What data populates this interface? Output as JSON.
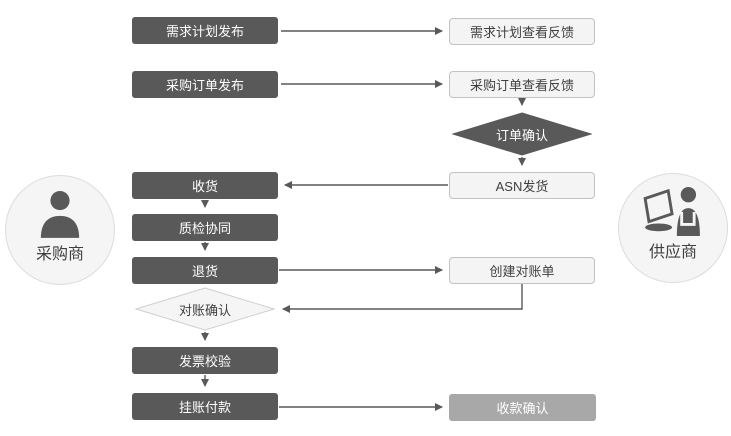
{
  "diagram": {
    "type": "flowchart",
    "description": "Procurement collaboration flow between buyer and supplier"
  },
  "colors": {
    "dark_box": "#595959",
    "light_box_fill": "#f4f4f4",
    "light_box_border": "#c2c2c2",
    "medium_box": "#a8a8a8",
    "arrow": "#595959",
    "text_dark": "#3f3f3f",
    "text_light": "#ffffff",
    "circle_fill": "#f5f5f5",
    "circle_border": "#dcdcdc"
  },
  "actors": {
    "buyer": {
      "label": "采购商",
      "icon": "person-icon"
    },
    "supplier": {
      "label": "供应商",
      "icon": "person-laptop-icon"
    }
  },
  "nodes": {
    "demand_publish": {
      "label": "需求计划发布"
    },
    "demand_feedback": {
      "label": "需求计划查看反馈"
    },
    "po_publish": {
      "label": "采购订单发布"
    },
    "po_feedback": {
      "label": "采购订单查看反馈"
    },
    "order_confirm": {
      "label": "订单确认"
    },
    "receive": {
      "label": "收货"
    },
    "asn_ship": {
      "label": "ASN发货"
    },
    "quality_collab": {
      "label": "质检协同"
    },
    "return_goods": {
      "label": "退货"
    },
    "create_statement": {
      "label": "创建对账单"
    },
    "statement_confirm": {
      "label": "对账确认"
    },
    "invoice_check": {
      "label": "发票校验"
    },
    "payment": {
      "label": "挂账付款"
    },
    "receipt_confirm": {
      "label": "收款确认"
    }
  },
  "edges": [
    "需求计划发布 → 需求计划查看反馈",
    "采购订单发布 → 采购订单查看反馈",
    "采购订单查看反馈 → 订单确认",
    "订单确认 → ASN发货",
    "ASN发货 → 收货",
    "收货 → 质检协同",
    "质检协同 → 退货",
    "退货 → 创建对账单",
    "创建对账单 → 对账确认",
    "对账确认 → 发票校验",
    "发票校验 → 挂账付款",
    "挂账付款 → 收款确认"
  ]
}
